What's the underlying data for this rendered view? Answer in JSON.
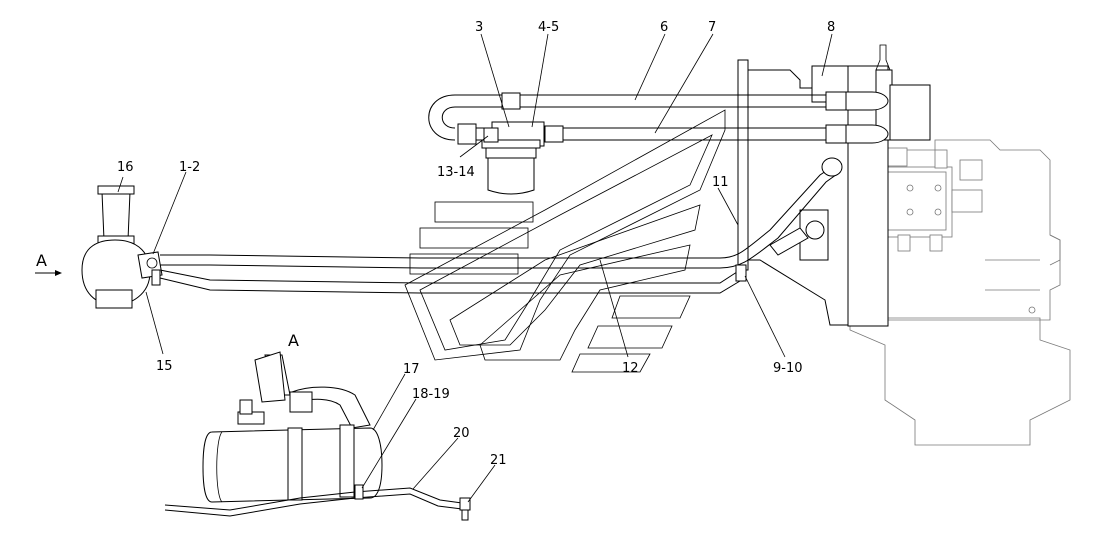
{
  "view_marks": {
    "arrow_label": "A",
    "view_label": "A"
  },
  "callouts": [
    {
      "id": "c3",
      "text": "3"
    },
    {
      "id": "c45",
      "text": "4-5"
    },
    {
      "id": "c6",
      "text": "6"
    },
    {
      "id": "c7",
      "text": "7"
    },
    {
      "id": "c8",
      "text": "8"
    },
    {
      "id": "c16",
      "text": "16"
    },
    {
      "id": "c12a",
      "text": "1-2"
    },
    {
      "id": "c1314",
      "text": "13-14"
    },
    {
      "id": "c11",
      "text": "11"
    },
    {
      "id": "c15",
      "text": "15"
    },
    {
      "id": "c12",
      "text": "12"
    },
    {
      "id": "c910",
      "text": "9-10"
    },
    {
      "id": "c17",
      "text": "17"
    },
    {
      "id": "c1819",
      "text": "18-19"
    },
    {
      "id": "c20",
      "text": "20"
    },
    {
      "id": "c21",
      "text": "21"
    }
  ]
}
